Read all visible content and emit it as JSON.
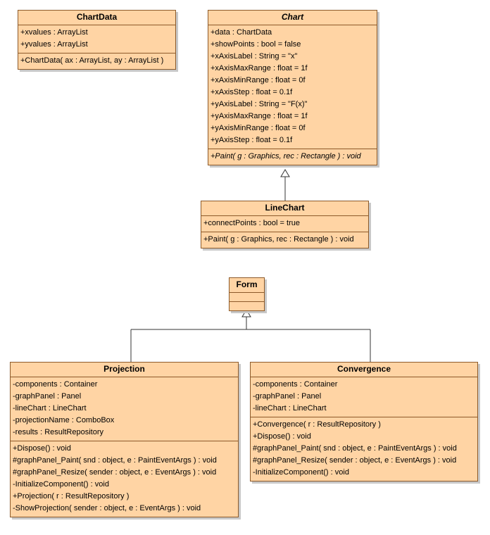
{
  "classes": {
    "chartdata": {
      "name": "ChartData",
      "attributes": [
        "+xvalues : ArrayList",
        "+yvalues : ArrayList"
      ],
      "operations": [
        "+ChartData( ax : ArrayList, ay : ArrayList )"
      ]
    },
    "chart": {
      "name": "Chart",
      "abstract": true,
      "attributes": [
        "+data : ChartData",
        "+showPoints : bool = false",
        "+xAxisLabel : String = \"x\"",
        "+xAxisMaxRange : float = 1f",
        "+xAxisMinRange : float = 0f",
        "+xAxisStep : float = 0.1f",
        "+yAxisLabel : String = \"F(x)\"",
        "+yAxisMaxRange : float = 1f",
        "+yAxisMinRange : float = 0f",
        "+yAxisStep : float = 0.1f"
      ],
      "operations": [
        "+Paint( g : Graphics, rec : Rectangle ) : void"
      ]
    },
    "linechart": {
      "name": "LineChart",
      "attributes": [
        "+connectPoints : bool = true"
      ],
      "operations": [
        "+Paint( g : Graphics, rec : Rectangle ) : void"
      ]
    },
    "form": {
      "name": "Form",
      "attributes": [],
      "operations": []
    },
    "projection": {
      "name": "Projection",
      "attributes": [
        "-components : Container",
        "-graphPanel : Panel",
        "-lineChart : LineChart",
        "-projectionName : ComboBox",
        "-results : ResultRepository"
      ],
      "operations": [
        "+Dispose() : void",
        "#graphPanel_Paint( snd : object, e : PaintEventArgs ) : void",
        "#graphPanel_Resize( sender : object, e : EventArgs ) : void",
        "-InitializeComponent() : void",
        "+Projection( r : ResultRepository )",
        "-ShowProjection( sender : object, e : EventArgs ) : void"
      ]
    },
    "convergence": {
      "name": "Convergence",
      "attributes": [
        "-components : Container",
        "-graphPanel : Panel",
        "-lineChart : LineChart"
      ],
      "operations": [
        "+Convergence( r : ResultRepository )",
        "+Dispose() : void",
        "#graphPanel_Paint( snd : object, e : PaintEventArgs ) : void",
        "#graphPanel_Resize( sender : object, e : EventArgs ) : void",
        "-InitializeComponent() : void"
      ]
    }
  },
  "colors": {
    "class_fill": "#ffd4a4",
    "class_border": "#8c5a2a",
    "line": "#333333"
  }
}
